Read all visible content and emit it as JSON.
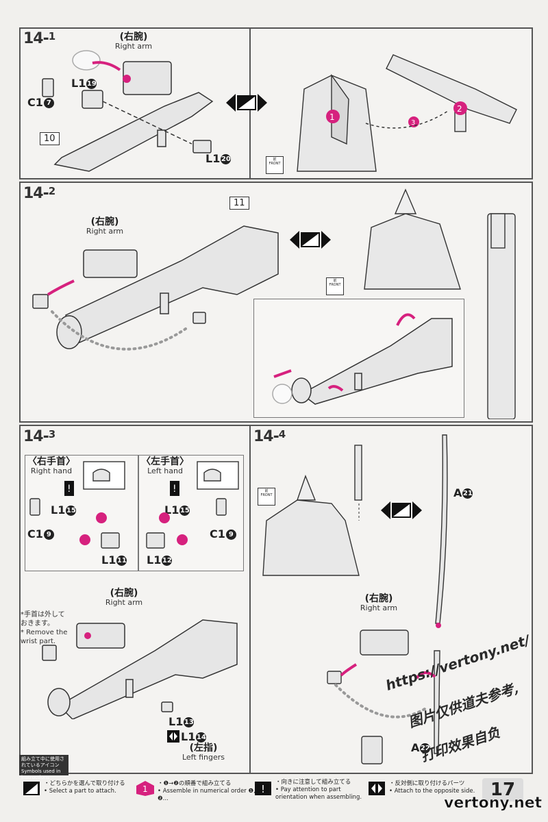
{
  "steps": {
    "s14_1": {
      "number": "14",
      "sub": "1",
      "right_arm_jp": "(右腕)",
      "right_arm_en": "Right arm",
      "part_c": "C1",
      "part_c_num": "7",
      "part_l1a": "L1",
      "part_l1a_num": "19",
      "part_l1b": "L1",
      "part_l1b_num": "20",
      "box_num": "10"
    },
    "s14_2": {
      "number": "14",
      "sub": "2",
      "right_arm_jp": "(右腕)",
      "right_arm_en": "Right arm",
      "box_num": "11"
    },
    "s14_3": {
      "number": "14",
      "sub": "3",
      "right_hand_jp": "〈右手首〉",
      "right_hand_en": "Right hand",
      "left_hand_jp": "〈左手首〉",
      "left_hand_en": "Left hand",
      "l1_r": "L1",
      "l1_r_num": "15",
      "c1_r": "C1",
      "c1_r_num": "9",
      "l1_r2": "L1",
      "l1_r2_num": "11",
      "l1_l": "L1",
      "l1_l_num": "15",
      "c1_l": "C1",
      "c1_l_num": "9",
      "l1_l2": "L1",
      "l1_l2_num": "12",
      "wrist_note_jp": "*手首は外して\nおきます。",
      "wrist_note_en": "* Remove the\nwrist part.",
      "right_arm_jp": "(右腕)",
      "right_arm_en": "Right arm",
      "l1_13": "L1",
      "l1_13_num": "13",
      "l1_14": "L1",
      "l1_14_num": "14",
      "left_fingers_jp": "(左指)",
      "left_fingers_en": "Left fingers"
    },
    "s14_4": {
      "number": "14",
      "sub": "4",
      "a21": "A",
      "a21_num": "21",
      "a22": "A",
      "a22_num": "22",
      "right_arm_jp": "(右腕)",
      "right_arm_en": "Right arm"
    }
  },
  "front_label": {
    "jp": "前",
    "en": "FRONT"
  },
  "icon_note": {
    "jp": "組み立て中に使用されているアイコン",
    "en": "Symbols used in instructions"
  },
  "legend": [
    {
      "jp": "・どちらかを選んで取り付ける",
      "en": "• Select a part to attach."
    },
    {
      "jp": "・❶→❷の順番で組み立てる",
      "en": "• Assemble in numerical order ❶, ❷..."
    },
    {
      "jp": "・向きに注意して組み立てる",
      "en": "• Pay attention to part orientation when assembling."
    },
    {
      "jp": "・反対側に取り付けるパーツ",
      "en": "• Attach to the opposite side."
    }
  ],
  "page_number": "17",
  "watermarks": {
    "url": "https://vertony.net/",
    "cn1": "图片仅供道夫参考,",
    "cn2": "打印效果自负",
    "site": "vertony.net"
  },
  "colors": {
    "accent": "#d6217e",
    "ink": "#222222",
    "panel": "#f4f3f1"
  }
}
